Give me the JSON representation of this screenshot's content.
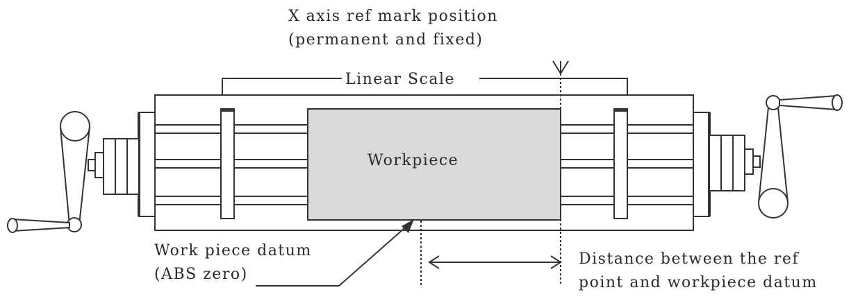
{
  "labels": {
    "ref_mark_line1": "X axis ref mark position",
    "ref_mark_line2": "(permanent and fixed)",
    "linear_scale": "Linear Scale",
    "workpiece": "Workpiece",
    "datum_line1": "Work piece datum",
    "datum_line2": "(ABS  zero)",
    "distance_line1": "Distance between the ref",
    "distance_line2": "point and workpiece datum"
  },
  "colors": {
    "line": "#333333",
    "workpiece_fill": "#d9d9d9",
    "text": "#2a2a2a"
  }
}
